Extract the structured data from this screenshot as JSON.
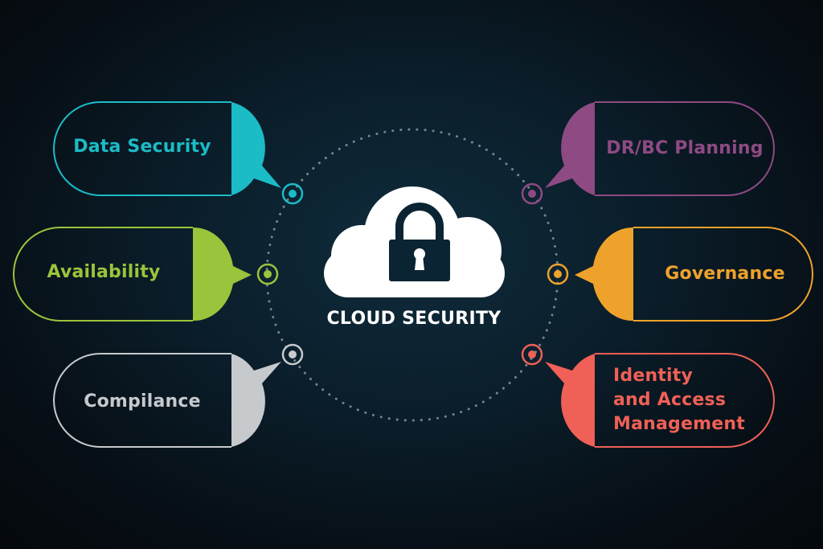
{
  "center": {
    "title": "CLOUD SECURITY",
    "icon": "cloud-lock-icon"
  },
  "pillars": [
    {
      "id": "data-security",
      "label": "Data Security",
      "color": "#1bbcc6",
      "side": "left"
    },
    {
      "id": "availability",
      "label": "Availability",
      "color": "#9ac43b",
      "side": "left"
    },
    {
      "id": "compliance",
      "label": "Compilance",
      "color": "#c7cacd",
      "side": "left"
    },
    {
      "id": "dr-bc-planning",
      "label": "DR/BC Planning",
      "color": "#8e4a83",
      "side": "right"
    },
    {
      "id": "governance",
      "label": "Governance",
      "color": "#efa22b",
      "side": "right"
    },
    {
      "id": "identity-access-management",
      "label": "Identity and Access Management",
      "lines": [
        "Identity",
        "and Access",
        "Management"
      ],
      "color": "#ef6056",
      "side": "right"
    }
  ]
}
